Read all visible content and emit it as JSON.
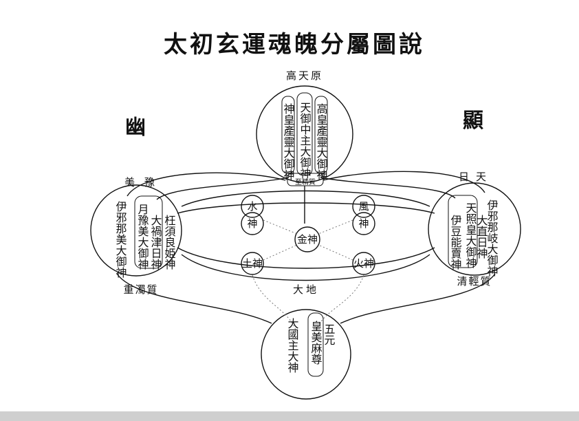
{
  "title": "太初玄運魂魄分屬圖說",
  "sides": {
    "left": "幽",
    "right": "顯"
  },
  "realms": {
    "top": "高天原",
    "center": "大地",
    "left": "美豫",
    "right": "日天"
  },
  "qualities": {
    "top": "至精質",
    "left": "重濁質",
    "right": "清輕質"
  },
  "top_circle": {
    "left_col": "神皇產靈大御神",
    "center_col": "天御中主大御神",
    "right_col": "高皇產靈大御神"
  },
  "left_circle": {
    "outer_col": "伊邪那美大御神",
    "mid_col_a": "月豫美大御神",
    "mid_col_b": "大禍津日神",
    "inner_col": "枉須良姫神"
  },
  "right_circle": {
    "outer_col": "伊邪那岐大御神",
    "mid_col_a": "天照皇大御神",
    "mid_col_b": "伊豆能賣神",
    "inner_col": "大直日神"
  },
  "bottom_circle": {
    "col_a": "大國主大神",
    "col_b": "皇美麻尊",
    "col_c": "五元"
  },
  "elements": {
    "center": "金神",
    "upper_left": "水神",
    "upper_right": "風神",
    "lower_left": "土神",
    "lower_right": "火神"
  }
}
